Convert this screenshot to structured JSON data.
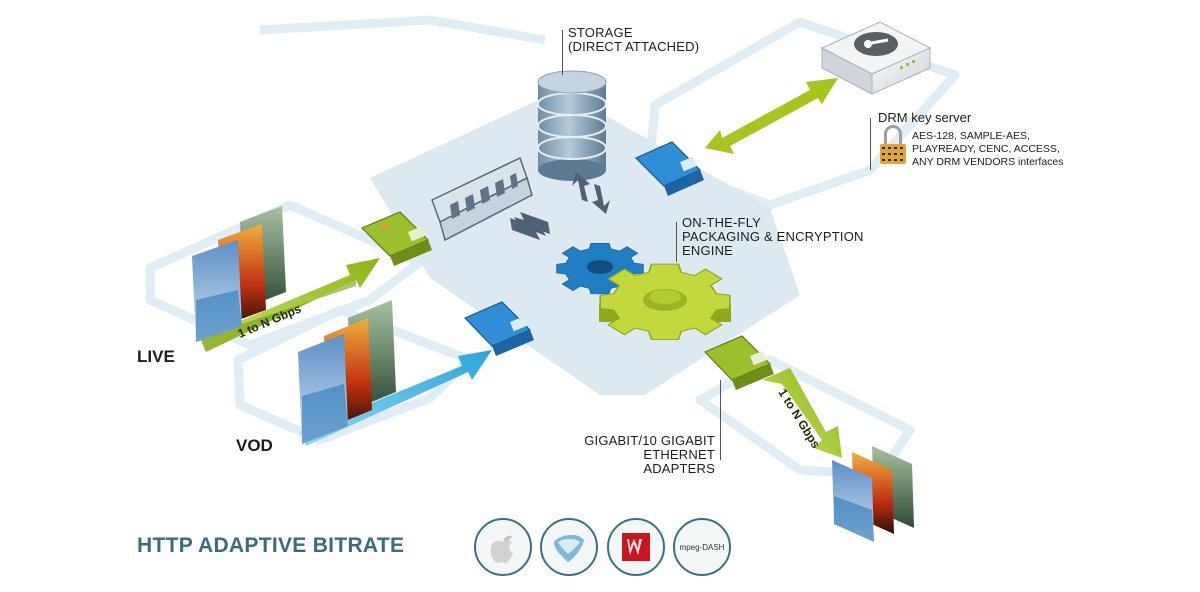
{
  "labels": {
    "storage_line1": "STORAGE",
    "storage_line2": "(DIRECT ATTACHED)",
    "drm_title": "DRM key server",
    "drm_line1": "AES-128, SAMPLE-AES,",
    "drm_line2": "PLAYREADY, CENC, ACCESS,",
    "drm_line3": "ANY DRM VENDORS interfaces",
    "engine_line1": "ON-THE-FLY",
    "engine_line2": "PACKAGING & ENCRYPTION",
    "engine_line3": "ENGINE",
    "adapters_line1": "GIGABIT/10 GIGABIT",
    "adapters_line2": "ETHERNET ADAPTERS",
    "live": "LIVE",
    "vod": "VOD",
    "arrow_in": "1 to N Gbps",
    "arrow_out": "1 to N Gbps",
    "footer_title": "HTTP ADAPTIVE BITRATE",
    "logo_dash_text": "mpeg-DASH"
  },
  "colors": {
    "panel": "#dde9f1",
    "outline": "#e3eef5",
    "green_arrow": "#9dc01a",
    "blue_arrow": "#3fb7e3",
    "gear_green": "#b9d234",
    "gear_blue": "#1e7fc0",
    "title": "#3c6b80",
    "drm_arrow": "#a6c51f"
  },
  "icons": {
    "logo_1": "apple-icon",
    "logo_2": "silverlight-icon",
    "logo_3": "flash-icon",
    "logo_4": "mpeg-dash-icon"
  }
}
